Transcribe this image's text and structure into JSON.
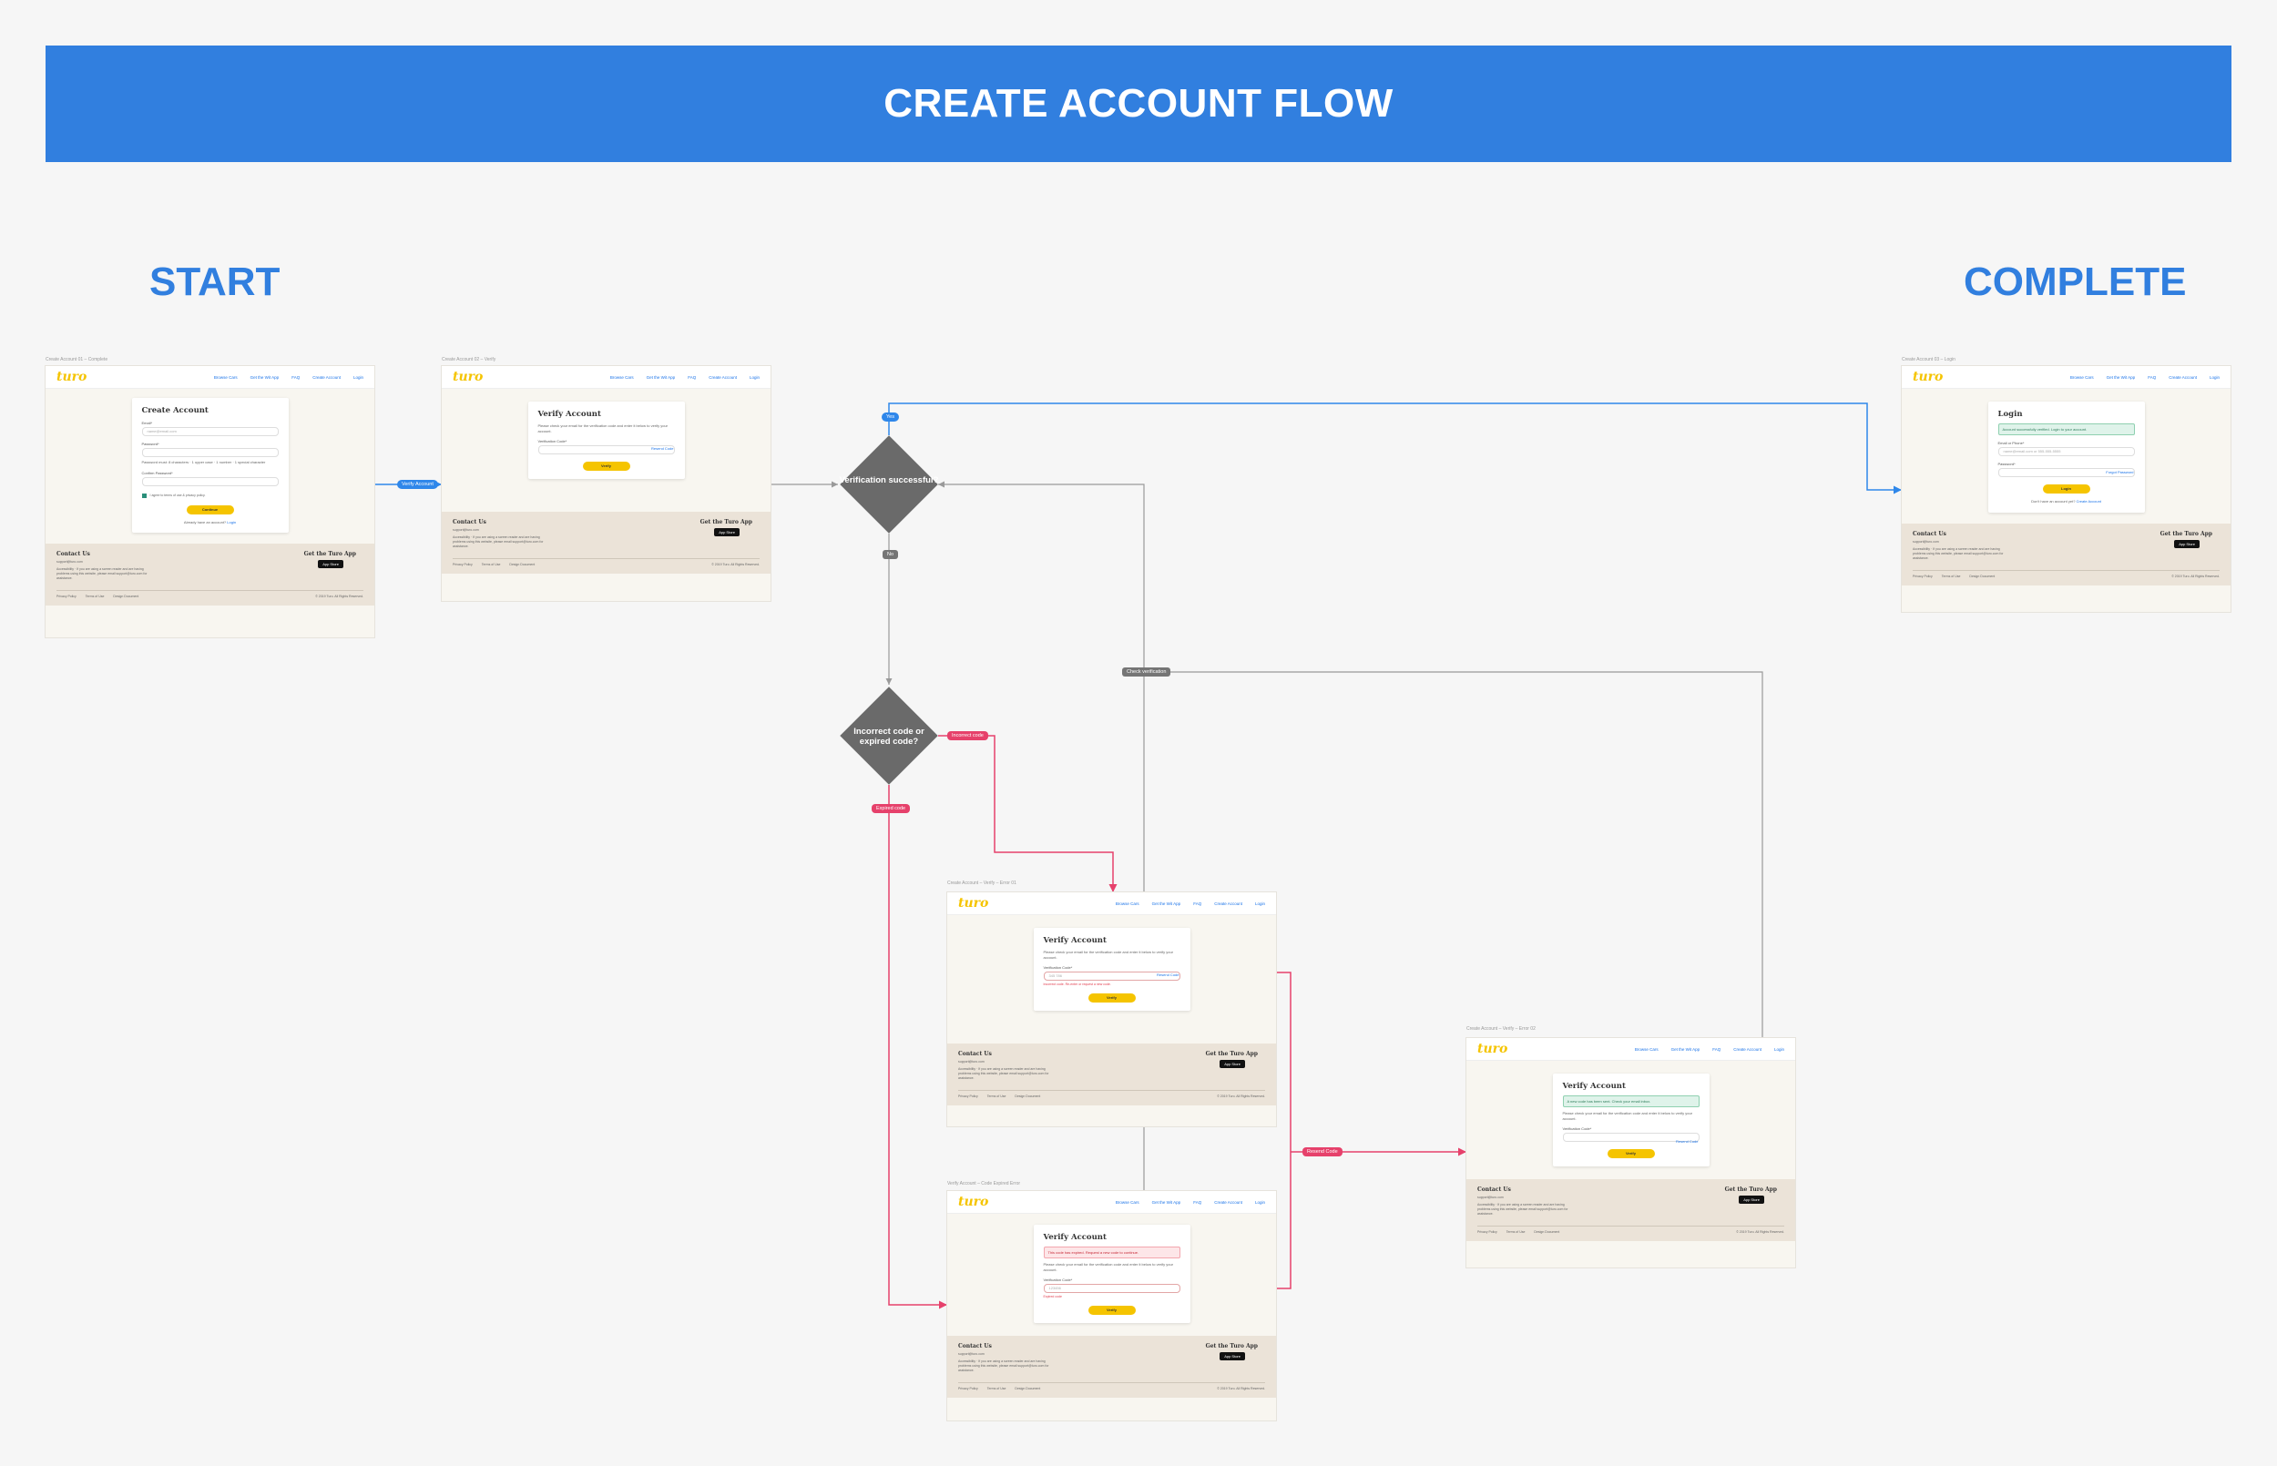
{
  "banner": {
    "title": "CREATE ACCOUNT FLOW"
  },
  "columns": {
    "start": "START",
    "complete": "COMPLETE"
  },
  "common": {
    "logo": "turo",
    "nav": [
      "Browse Cars",
      "Get the Wit App",
      "FAQ",
      "Create Account",
      "Login"
    ],
    "footer": {
      "contact_title": "Contact Us",
      "contact_email": "support@turo.com",
      "contact_note": "Accessibility · If you are using a screen reader and are having problems using this website, please email support@turo.com for assistance.",
      "app_title": "Get the Turo App",
      "app_badge": "App Store",
      "links": [
        "Privacy Policy",
        "Terms of Use",
        "Design Document"
      ],
      "copyright": "© 2019 Turo. All Rights Reserved."
    }
  },
  "screens": {
    "create": {
      "caption": "Create Account 01 – Complete",
      "title": "Create Account",
      "email_label": "Email*",
      "email_placeholder": "name@email.com",
      "password_label": "Password*",
      "password_hint": "Password must: 8 characters · 1 upper case · 1 number · 1 special character",
      "confirm_label": "Confirm Password*",
      "terms": "I agree to terms of use & privacy policy.",
      "button": "Continue",
      "have_account": "Already have an account?",
      "login_link": "Login"
    },
    "verify": {
      "caption": "Create Account 02 – Verify",
      "title": "Verify Account",
      "text": "Please check your email for the verification code and enter it below to verify your account.",
      "code_label": "Verification Code*",
      "resend": "Resend Code",
      "button": "Verify"
    },
    "verify_error": {
      "caption": "Create Account – Verify – Error 01",
      "code_value": "345 786",
      "error": "Incorrect code. Re-enter or request a new code."
    },
    "verify_expired": {
      "caption": "Verify Account – Code Expired Error",
      "alert": "This code has expired. Request a new code to continue.",
      "code_value": "123456",
      "error": "Expired code"
    },
    "verify_resent": {
      "caption": "Create Account – Verify – Error 02",
      "alert": "A new code has been sent. Check your email inbox."
    },
    "login": {
      "caption": "Create Account 03 – Login",
      "title": "Login",
      "alert": "Account successfully verified. Login to your account.",
      "email_label": "Email or Phone*",
      "email_placeholder": "name@email.com or 555-555-5555",
      "password_label": "Password*",
      "forgot": "Forgot Password",
      "button": "Login",
      "no_account": "Don't have an account yet?",
      "create_link": "Create Account"
    }
  },
  "decisions": {
    "verified": "Verification successful?",
    "incorrect": "Incorrect code or expired code?"
  },
  "connectors": {
    "verify_account": "Verify Account",
    "check_verification": "Check verification",
    "yes": "Yes",
    "no": "No",
    "incorrect_code": "Incorrect code",
    "expired_code": "Expired code",
    "resend_code": "Resend Code"
  },
  "colors": {
    "banner": "#317fdf",
    "heading": "#317fdf",
    "decision": "#6a6a6a",
    "connector_blue": "#2f87ea",
    "connector_gray": "#9a9a9a",
    "connector_red": "#e6416b",
    "brand_yellow": "#f5c400",
    "footer": "#ebe3d8"
  }
}
